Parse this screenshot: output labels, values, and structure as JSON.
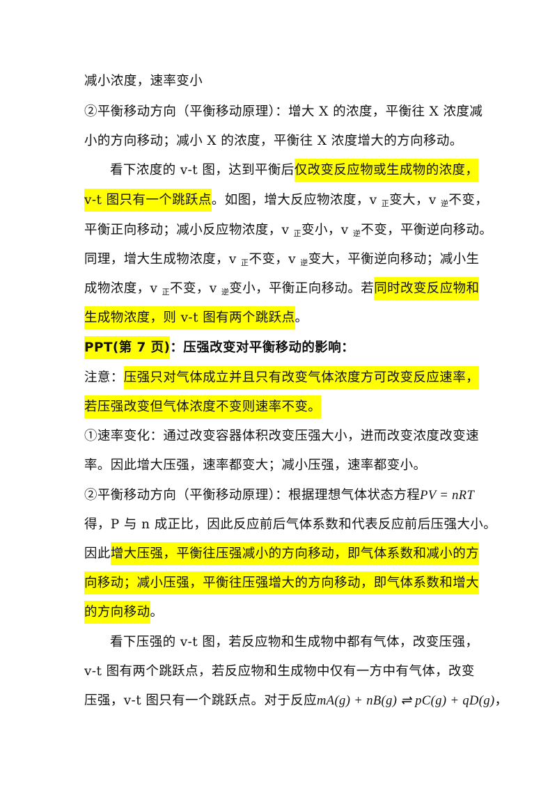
{
  "lines": {
    "l1": "减小浓度，速率变小",
    "l2": "②平衡移动方向（平衡移动原理）：增大 X 的浓度，平衡往 X 浓度减",
    "l3": "小的方向移动；减小 X 的浓度，平衡往 X 浓度增大的方向移动。",
    "l4a": "看下浓度的 v-t 图，达到平衡后",
    "l4b": "仅改变反应物或生成物的浓度，",
    "l5a": "v-t 图只有一个跳跃点",
    "l5b": "。如图，增大反应物浓度，v ",
    "l5c": "正",
    "l5d": "变大，v ",
    "l5e": "逆",
    "l5f": "不变，",
    "l6a": "平衡正向移动；减小反应物浓度，v ",
    "l6b": "正",
    "l6c": "变小，v ",
    "l6d": "逆",
    "l6e": "不变，平衡逆向移动。",
    "l7a": "同理，增大生成物浓度，v ",
    "l7b": "正",
    "l7c": "不变，v ",
    "l7d": "逆",
    "l7e": "变大，平衡逆向移动；减小生",
    "l8a": "成物浓度，v ",
    "l8b": "正",
    "l8c": "不变，v ",
    "l8d": "逆",
    "l8e": "变小，平衡正向移动。若",
    "l8f": "同时改变反应物和",
    "l9a": "生成物浓度，则 v-t 图有两个跳跃点",
    "l9b": "。",
    "l10a": "PPT(第 7 页)",
    "l10b": "：压强改变对平衡移动的影响：",
    "l11a": "注意：",
    "l11b": "压强只对气体成立并且只有改变气体浓度方可改变反应速率，",
    "l12": "若压强改变但气体浓度不变则速率不变。",
    "l13": "①速率变化：通过改变容器体积改变压强大小，进而改变浓度改变速",
    "l14": "率。因此增大压强，速率都变大；减小压强，速率都变小。",
    "l15a": "②平衡移动方向（平衡移动原理）：根据理想气体状态方程",
    "l15b": "PV = nRT",
    "l16": "得，P 与 n 成正比，因此反应前后气体系数和代表反应前后压强大小。",
    "l17a": "因此",
    "l17b": "增大压强，平衡往压强减小的方向移动，即气体系数和减小的方",
    "l18": "向移动；减小压强，平衡往压强增大的方向移动，即气体系数和增大",
    "l19a": "的方向移动",
    "l19b": "。",
    "l20": "看下压强的 v-t 图，若反应物和生成物中都有气体，改变压强，",
    "l21": "v-t 图有两个跳跃点，若反应物和生成物中仅有一方中有气体，改变",
    "l22a": "压强，v-t 图只有一个跳跃点。对于反应",
    "l22b": "mA(g) + nB(g) ⇌ pC(g) + qD(g)",
    "l22c": "，"
  },
  "colors": {
    "highlight": "#ffff00",
    "text": "#111111"
  }
}
